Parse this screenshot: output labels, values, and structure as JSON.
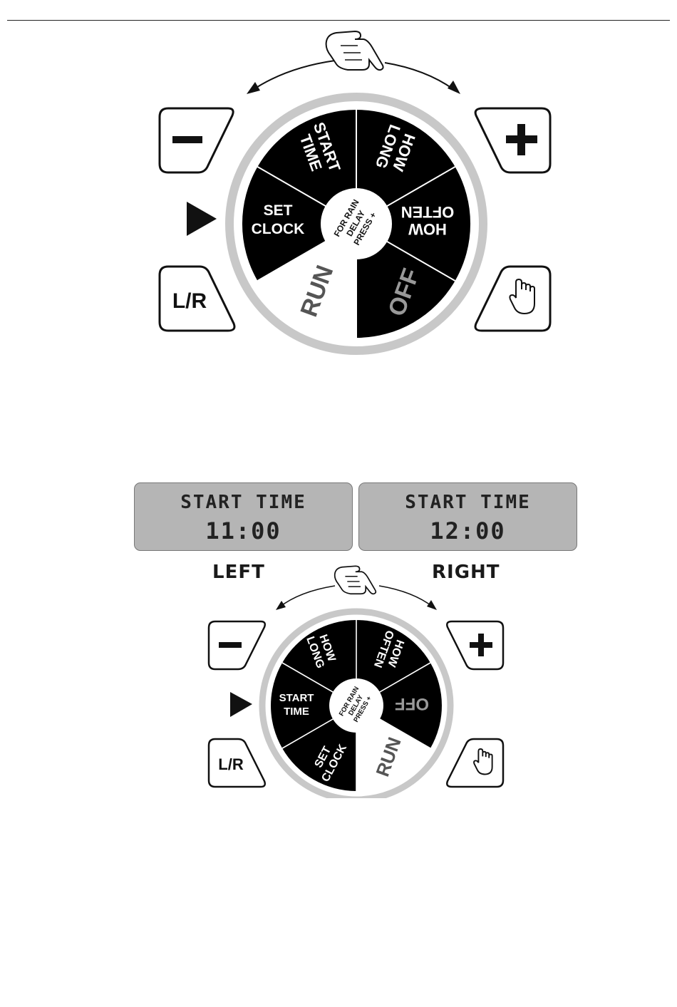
{
  "dial_top": {
    "segments": {
      "start_time": [
        "START",
        "TIME"
      ],
      "how_long": [
        "HOW",
        "LONG"
      ],
      "how_often": [
        "HOW",
        "OFTEN"
      ],
      "off": "OFF",
      "run": "RUN",
      "set_clock": [
        "SET",
        "CLOCK"
      ]
    },
    "center": [
      "FOR RAIN",
      "DELAY",
      "PRESS +"
    ],
    "buttons": {
      "minus": "−",
      "plus": "+",
      "lr": "L/R"
    },
    "pointer": "set_clock"
  },
  "displays": [
    {
      "line1": "START TIME",
      "line2": "11:00"
    },
    {
      "line1": "START TIME",
      "line2": "12:00"
    }
  ],
  "labels": {
    "left": "LEFT",
    "right": "RIGHT"
  },
  "dial_bottom": {
    "segments": {
      "how_long": [
        "HOW",
        "LONG"
      ],
      "how_often": [
        "HOW",
        "OFTEN"
      ],
      "off": "OFF",
      "run": "RUN",
      "set_clock": [
        "SET",
        "CLOCK"
      ],
      "start_time": [
        "START",
        "TIME"
      ]
    },
    "center": [
      "FOR RAIN",
      "DELAY",
      "PRESS +"
    ],
    "buttons": {
      "minus": "−",
      "plus": "+",
      "lr": "L/R"
    },
    "pointer": "start_time"
  },
  "colors": {
    "dark_segment": "#000000",
    "light_segment": "#ffffff",
    "ring": "#c8c8c8",
    "lcd": "#b5b5b5"
  }
}
